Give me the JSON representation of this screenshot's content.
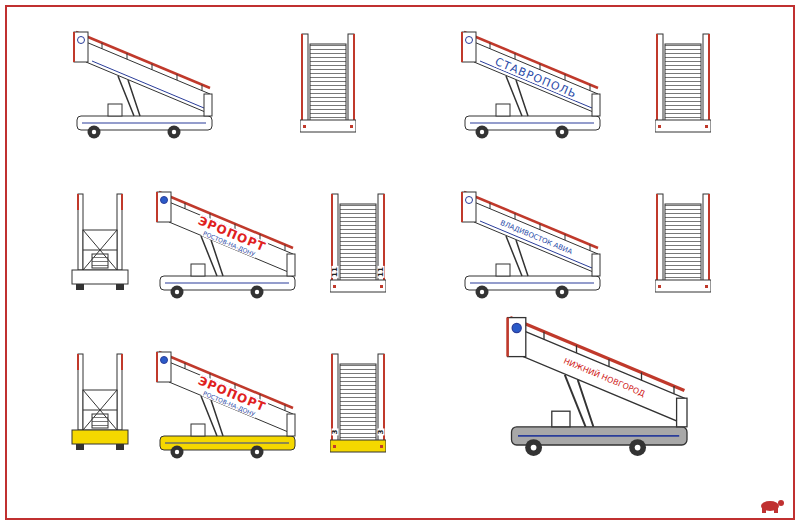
{
  "diagram": {
    "labels": [
      "СТАВРОПОЛЬ",
      "ЭРОПОРТ",
      "РОСТОВ-НА-ДОНУ",
      "11",
      "11",
      "ВЛАДИВОСТОК АВИА",
      "ЭРОПОРТ",
      "РОСТОВ-НА-ДОНУ",
      "3",
      "3",
      "НИЖНИЙ НОВГОРОД"
    ]
  }
}
